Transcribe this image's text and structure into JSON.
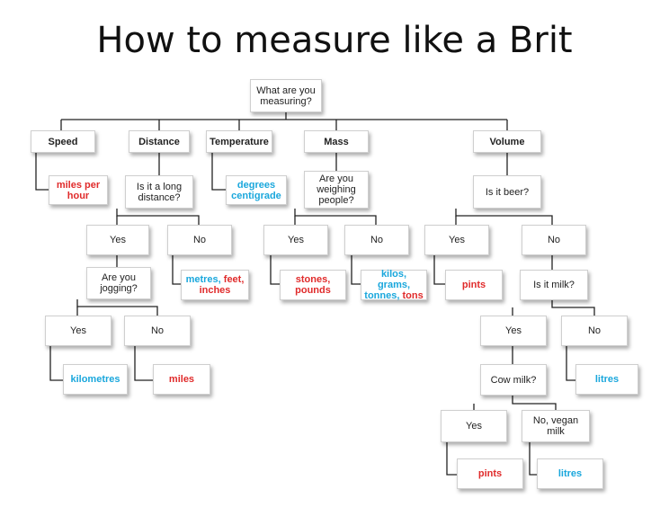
{
  "title": "How to measure like a Brit",
  "nodes": {
    "root": "What are you measuring?",
    "speed": "Speed",
    "distance": "Distance",
    "temperature": "Temperature",
    "mass": "Mass",
    "volume": "Volume",
    "miles_per_hour": "miles per hour",
    "long_distance": "Is it a long distance?",
    "degrees_centigrade": "degrees centigrade",
    "weighing_people": "Are you weighing people?",
    "is_beer": "Is it beer?",
    "dist_yes": "Yes",
    "dist_no": "No",
    "mass_yes": "Yes",
    "mass_no": "No",
    "beer_yes": "Yes",
    "beer_no": "No",
    "jogging": "Are you jogging?",
    "metres_feet_inches": "metres, feet, inches",
    "stones_pounds": "stones, pounds",
    "kilos_grams_tonnes": "kilos, grams, tonnes, tons",
    "pints_beer": "pints",
    "is_milk": "Is it milk?",
    "jog_yes": "Yes",
    "jog_no": "No",
    "milk_yes": "Yes",
    "milk_no": "No",
    "kilometres": "kilometres",
    "miles": "miles",
    "litres_not_milk": "litres",
    "cow_milk": "Cow milk?",
    "cow_yes": "Yes",
    "cow_no": "No, vegan milk",
    "pints_milk": "pints",
    "litres_vegan": "litres"
  },
  "colors": {
    "imperial": "#e02b2b",
    "metric": "#1aa7dc",
    "lines": "#222222"
  }
}
